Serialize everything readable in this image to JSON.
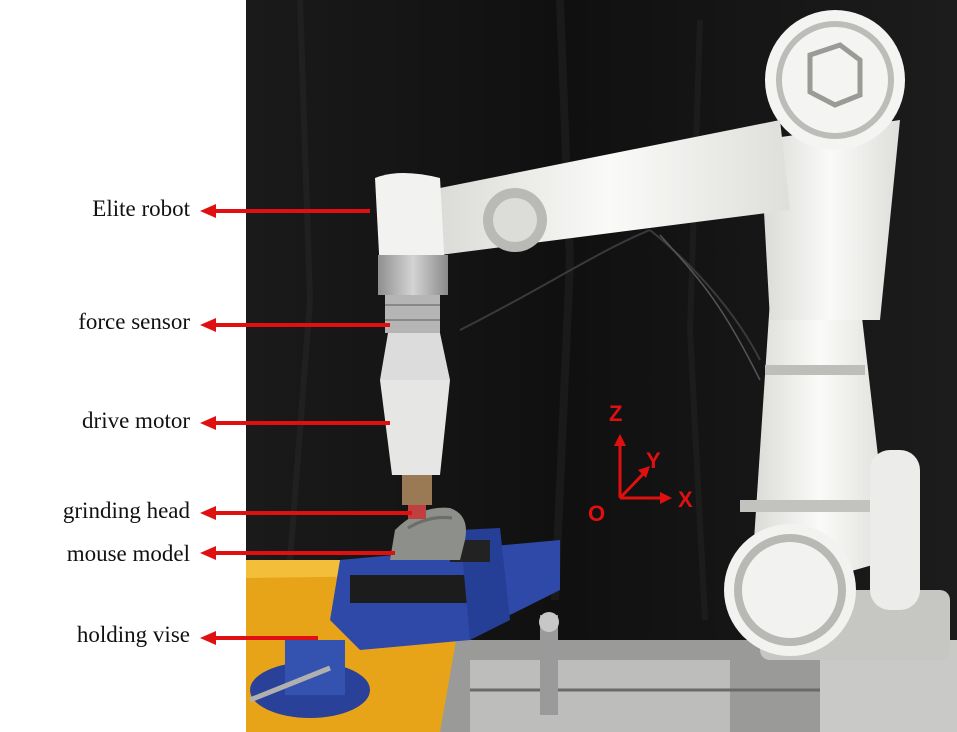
{
  "labels": [
    "Elite robot",
    "force sensor",
    "drive motor",
    "grinding head",
    "mouse model",
    "holding vise"
  ],
  "axes": {
    "z": "Z",
    "y": "Y",
    "x": "X",
    "origin": "O"
  },
  "colors": {
    "arrow": "#e01010",
    "axis": "#e01010",
    "backdrop": "#141414",
    "robot": "#f2f2f0",
    "robot_joint": "#b8b8b4",
    "vise": "#2f49a8",
    "table": "#e8a418"
  }
}
